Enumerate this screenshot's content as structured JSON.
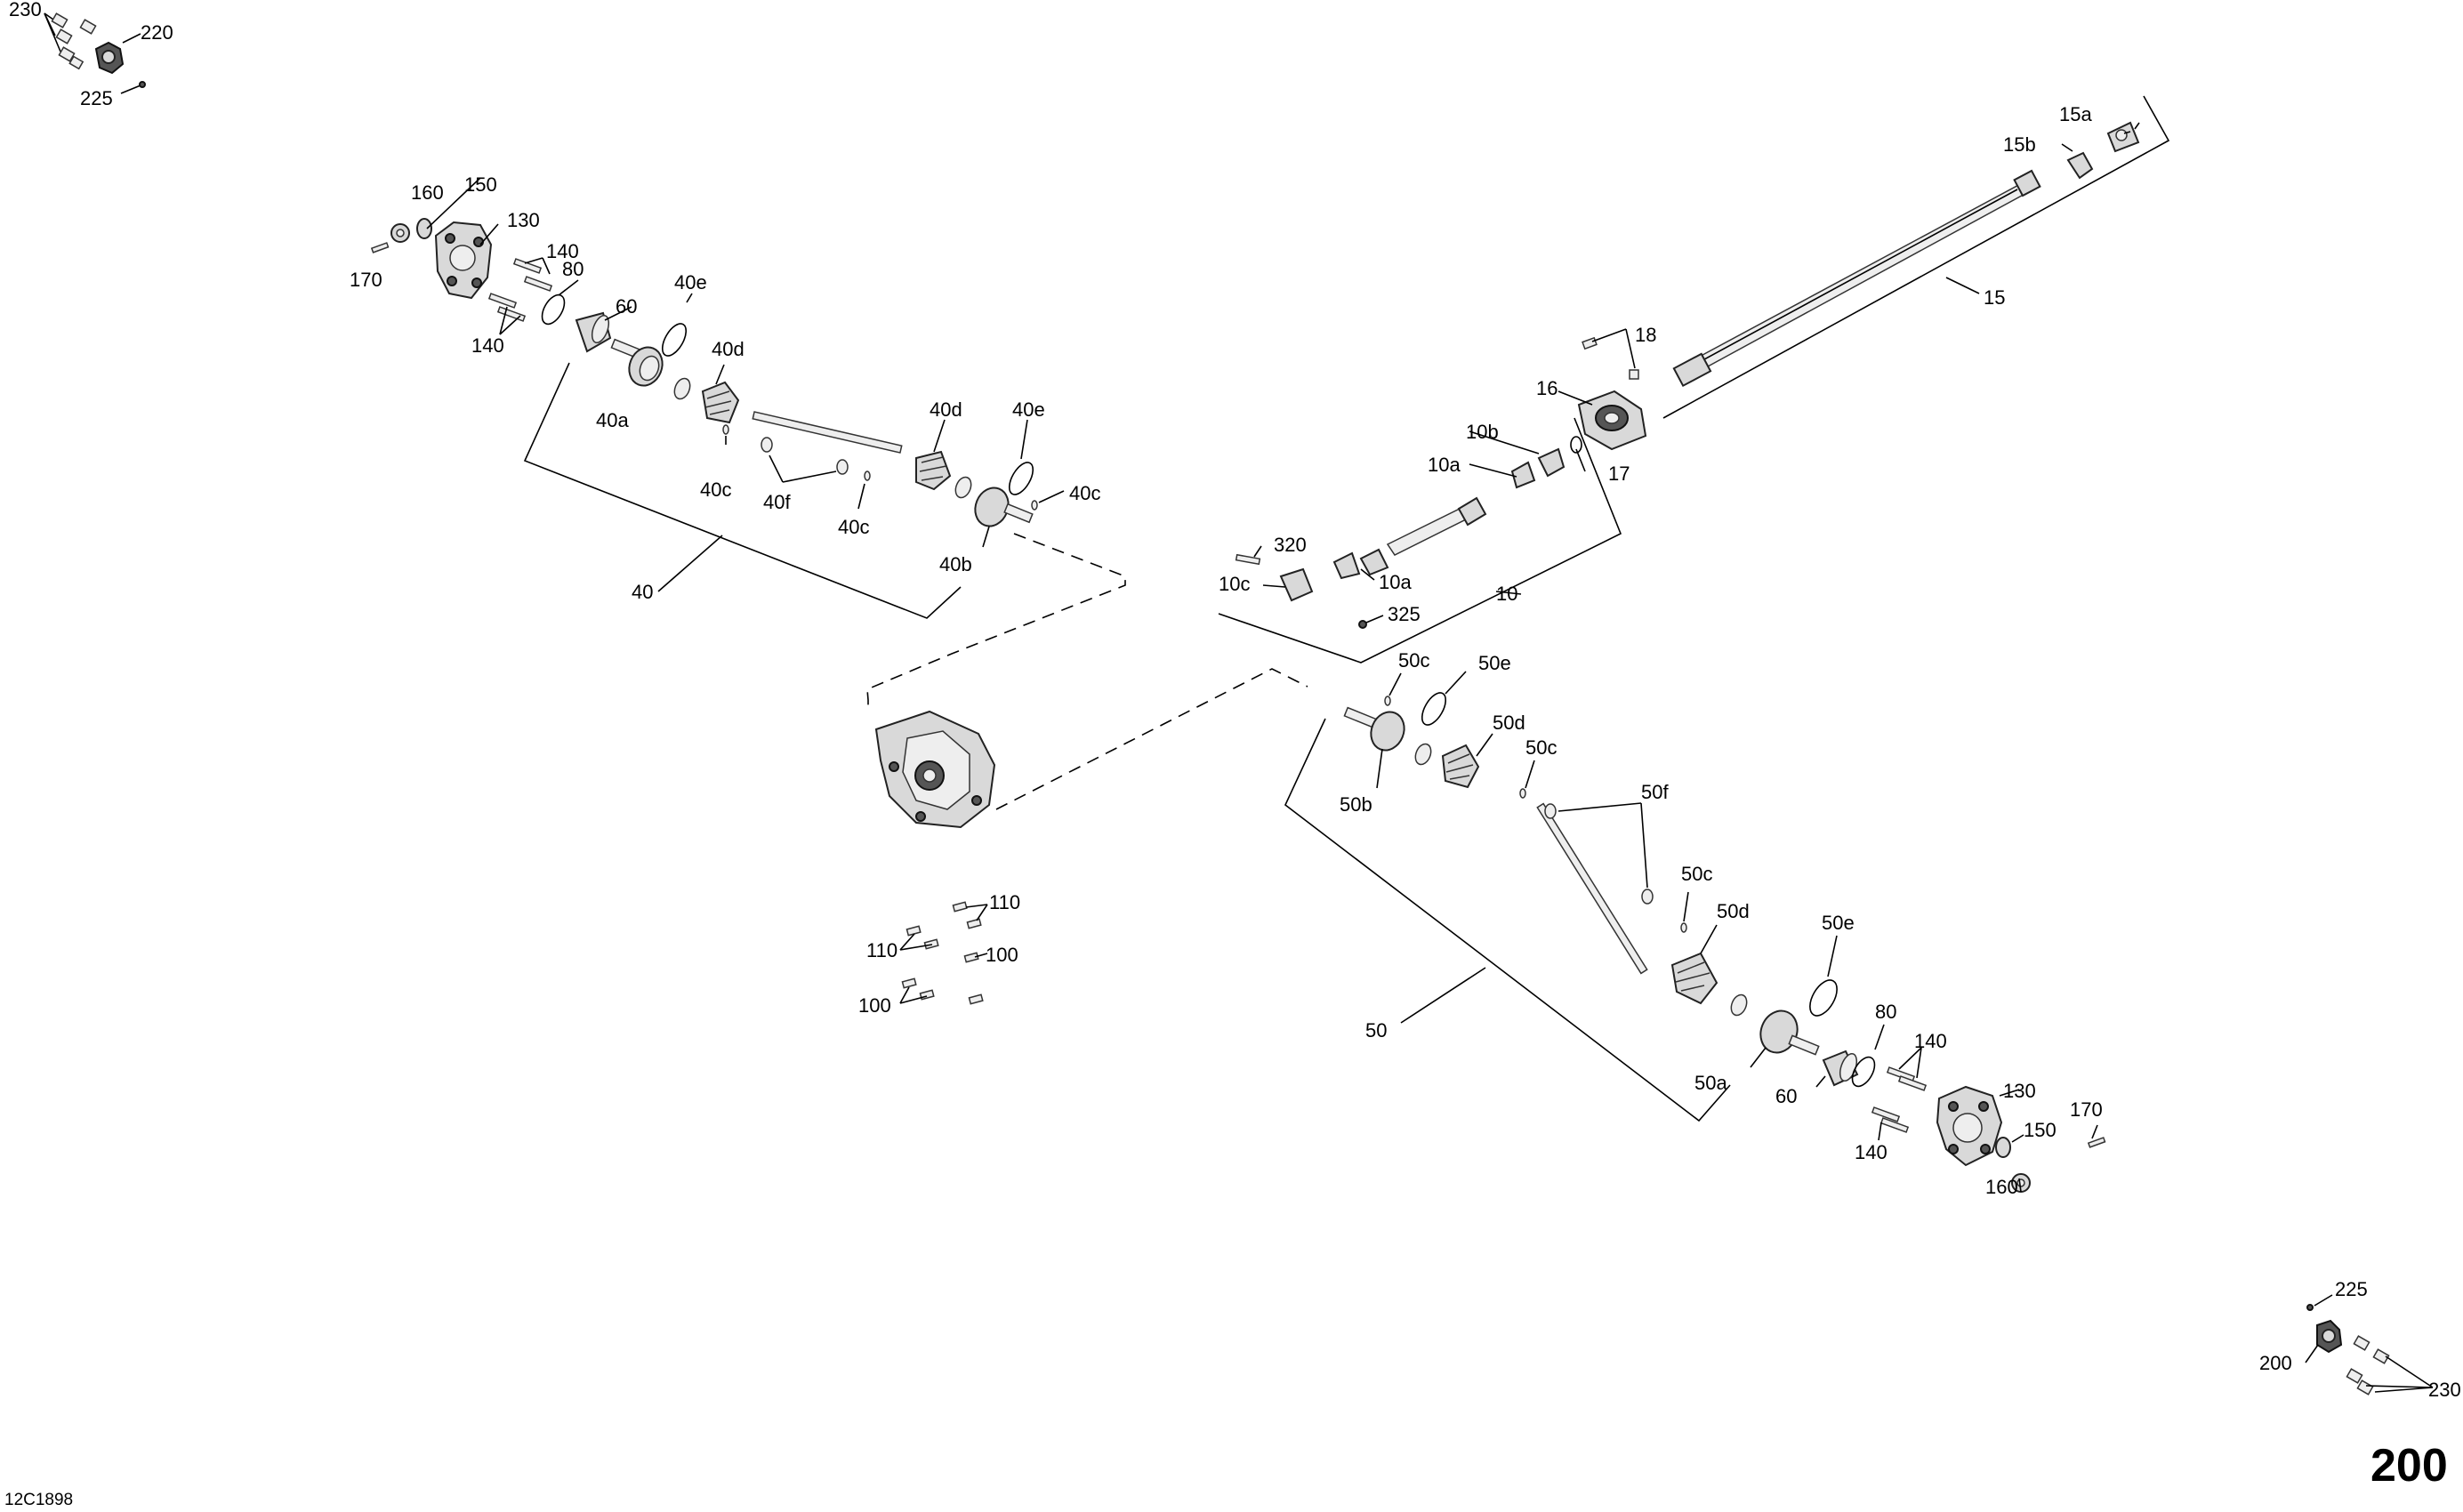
{
  "diagram": {
    "page_number": "200",
    "reference_code": "12C1898",
    "callouts": {
      "c230a": "230",
      "c220": "220",
      "c225a": "225",
      "c160a": "160",
      "c150a": "150",
      "c130a": "130",
      "c140a": "140",
      "c170a": "170",
      "c80a": "80",
      "c60a": "60",
      "c140b": "140",
      "c40e1": "40e",
      "c40d1": "40d",
      "c40a": "40a",
      "c40c1": "40c",
      "c40f": "40f",
      "c40d2": "40d",
      "c40e2": "40e",
      "c40c2": "40c",
      "c40c3": "40c",
      "c40b": "40b",
      "c40": "40",
      "c15a": "15a",
      "c15b": "15b",
      "c15": "15",
      "c18": "18",
      "c16": "16",
      "c17": "17",
      "c10b": "10b",
      "c10a1": "10a",
      "c320": "320",
      "c10c": "10c",
      "c10a2": "10a",
      "c325": "325",
      "c10": "10",
      "c50c1": "50c",
      "c50e1": "50e",
      "c50d1": "50d",
      "c50c2": "50c",
      "c50b": "50b",
      "c50f": "50f",
      "c50c3": "50c",
      "c50d2": "50d",
      "c50e2": "50e",
      "c50": "50",
      "c50a": "50a",
      "c80b": "80",
      "c60b": "60",
      "c140c": "140",
      "c130b": "130",
      "c150b": "150",
      "c140d": "140",
      "c160b": "160",
      "c170b": "170",
      "c110a": "110",
      "c110b": "110",
      "c100a": "100",
      "c100b": "100",
      "c225b": "225",
      "c200": "200",
      "c230b": "230"
    }
  }
}
